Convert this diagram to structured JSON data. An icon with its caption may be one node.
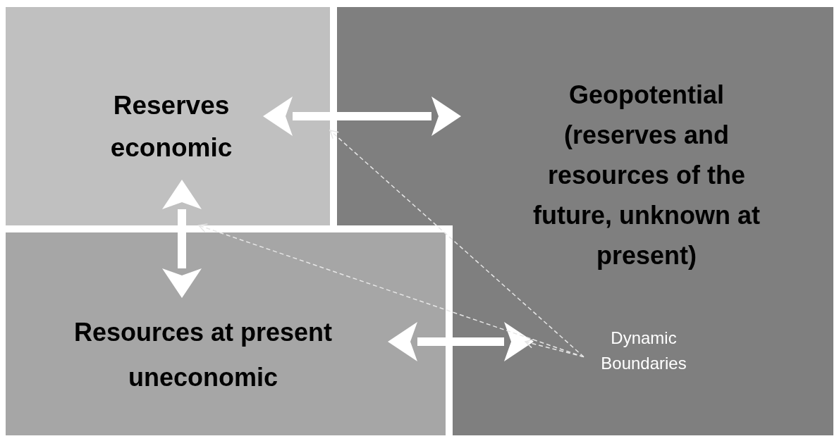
{
  "diagram": {
    "nodes": [
      {
        "text": [
          "Reserves economic"
        ]
      },
      {
        "text": [
          "Geopotential (reserves and resources of the future, unknown at present)"
        ]
      },
      {
        "text": [
          "Resources at present uneconomic"
        ]
      },
      {
        "text": [
          "Dynamic Boundaries"
        ],
        "in": 1
      }
    ],
    "edges": [
      {
        "from": 0,
        "to": 1,
        "arrow": "both",
        "style": "thick"
      },
      {
        "from": 0,
        "to": 2,
        "arrow": "both",
        "style": "thick"
      },
      {
        "from": 2,
        "to": 1,
        "arrow": "both",
        "style": "thick"
      },
      {
        "from": 3,
        "to": 0,
        "arrow": "to",
        "style": "dashed"
      },
      {
        "from": 3,
        "to": 0,
        "arrow": "to",
        "style": "dashed"
      },
      {
        "from": 3,
        "to": null,
        "arrow": "to",
        "style": "dashed"
      }
    ]
  }
}
